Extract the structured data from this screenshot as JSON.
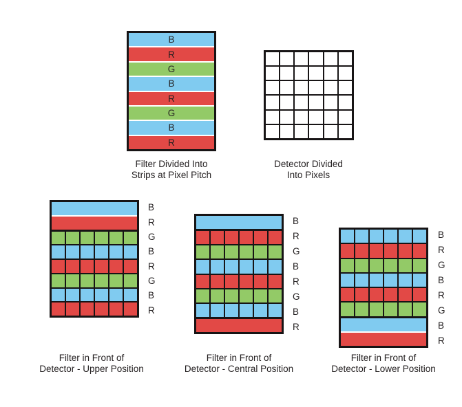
{
  "colors": {
    "blue": "#80CBF0",
    "red": "#E24946",
    "green": "#93CA67"
  },
  "legend": {
    "B": "blue",
    "R": "red",
    "G": "green"
  },
  "filter": {
    "strips": [
      "B",
      "R",
      "G",
      "B",
      "R",
      "G",
      "B",
      "R"
    ],
    "caption_line1": "Filter Divided Into",
    "caption_line2": "Strips at Pixel Pitch"
  },
  "detector": {
    "rows": 6,
    "cols": 6,
    "caption_line1": "Detector Divided",
    "caption_line2": "Into Pixels"
  },
  "overlays": [
    {
      "position": "upper",
      "caption_line1": "Filter in Front of",
      "caption_line2": "Detector - Upper Position",
      "cols": 6,
      "rows": [
        {
          "label": "B",
          "type": "strip"
        },
        {
          "label": "R",
          "type": "strip"
        },
        {
          "label": "G",
          "type": "grid"
        },
        {
          "label": "B",
          "type": "grid"
        },
        {
          "label": "R",
          "type": "grid"
        },
        {
          "label": "G",
          "type": "grid"
        },
        {
          "label": "B",
          "type": "grid"
        },
        {
          "label": "R",
          "type": "grid"
        }
      ]
    },
    {
      "position": "central",
      "caption_line1": "Filter in Front of",
      "caption_line2": "Detector - Central Position",
      "cols": 6,
      "rows": [
        {
          "label": "B",
          "type": "strip"
        },
        {
          "label": "R",
          "type": "grid"
        },
        {
          "label": "G",
          "type": "grid"
        },
        {
          "label": "B",
          "type": "grid"
        },
        {
          "label": "R",
          "type": "grid"
        },
        {
          "label": "G",
          "type": "grid"
        },
        {
          "label": "B",
          "type": "grid"
        },
        {
          "label": "R",
          "type": "strip"
        }
      ]
    },
    {
      "position": "lower",
      "caption_line1": "Filter in Front of",
      "caption_line2": "Detector - Lower Position",
      "cols": 6,
      "rows": [
        {
          "label": "B",
          "type": "grid"
        },
        {
          "label": "R",
          "type": "grid"
        },
        {
          "label": "G",
          "type": "grid"
        },
        {
          "label": "B",
          "type": "grid"
        },
        {
          "label": "R",
          "type": "grid"
        },
        {
          "label": "G",
          "type": "grid"
        },
        {
          "label": "B",
          "type": "strip"
        },
        {
          "label": "R",
          "type": "strip"
        }
      ]
    }
  ]
}
